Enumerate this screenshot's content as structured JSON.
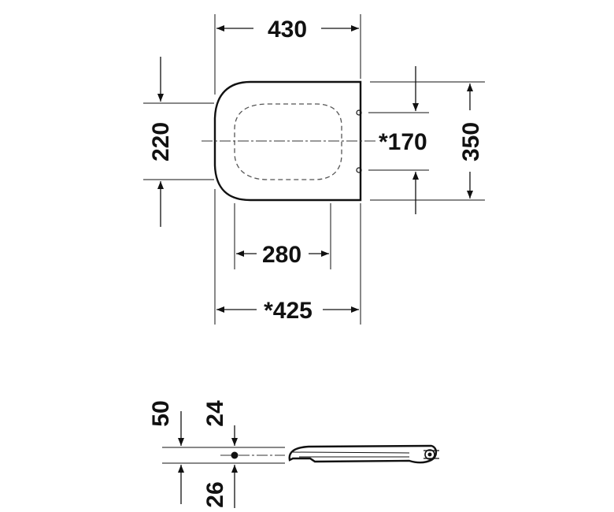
{
  "top_view": {
    "width_top": "430",
    "width_bottom": "*425",
    "inner_width": "280",
    "height_left": "220",
    "hinge_spacing": "*170",
    "height_right": "350"
  },
  "side_view": {
    "total_height": "50",
    "upper_height": "24",
    "lower_height": "26"
  }
}
